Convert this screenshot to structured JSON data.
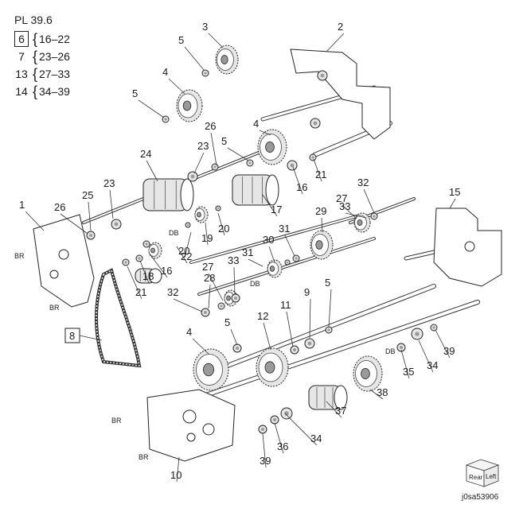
{
  "legend": {
    "title": "PL 39.6",
    "rows": [
      {
        "num": "6",
        "boxed": true,
        "range": "16–22"
      },
      {
        "num": "7",
        "boxed": false,
        "range": "23–26"
      },
      {
        "num": "13",
        "boxed": false,
        "range": "27–33"
      },
      {
        "num": "14",
        "boxed": false,
        "range": "34–39"
      }
    ]
  },
  "callouts": [
    "1",
    "2",
    "3",
    "4",
    "5",
    "9",
    "10",
    "11",
    "12",
    "15",
    "16",
    "17",
    "18",
    "19",
    "20",
    "21",
    "22",
    "23",
    "24",
    "25",
    "26",
    "27",
    "28",
    "29",
    "30",
    "31",
    "32",
    "33",
    "34",
    "35",
    "36",
    "37",
    "38",
    "39"
  ],
  "boxed_callout": "8",
  "markers": {
    "br": "BR",
    "db": "DB"
  },
  "orientation": {
    "rear": "Rear",
    "left": "Left"
  },
  "figure_id": "j0sa53906",
  "colors": {
    "line": "#333333",
    "part_fill": "#e6e6e6",
    "part_dark": "#9a9a9a"
  }
}
